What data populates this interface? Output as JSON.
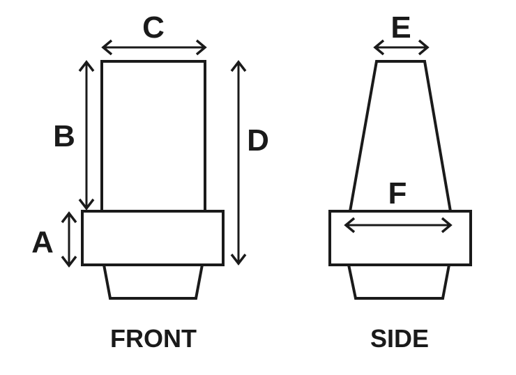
{
  "labels": {
    "a": "A",
    "b": "B",
    "c": "C",
    "d": "D",
    "e": "E",
    "f": "F"
  },
  "views": {
    "front": "FRONT",
    "side": "SIDE"
  },
  "colors": {
    "line": "#1a1a1a",
    "background": "#ffffff"
  }
}
